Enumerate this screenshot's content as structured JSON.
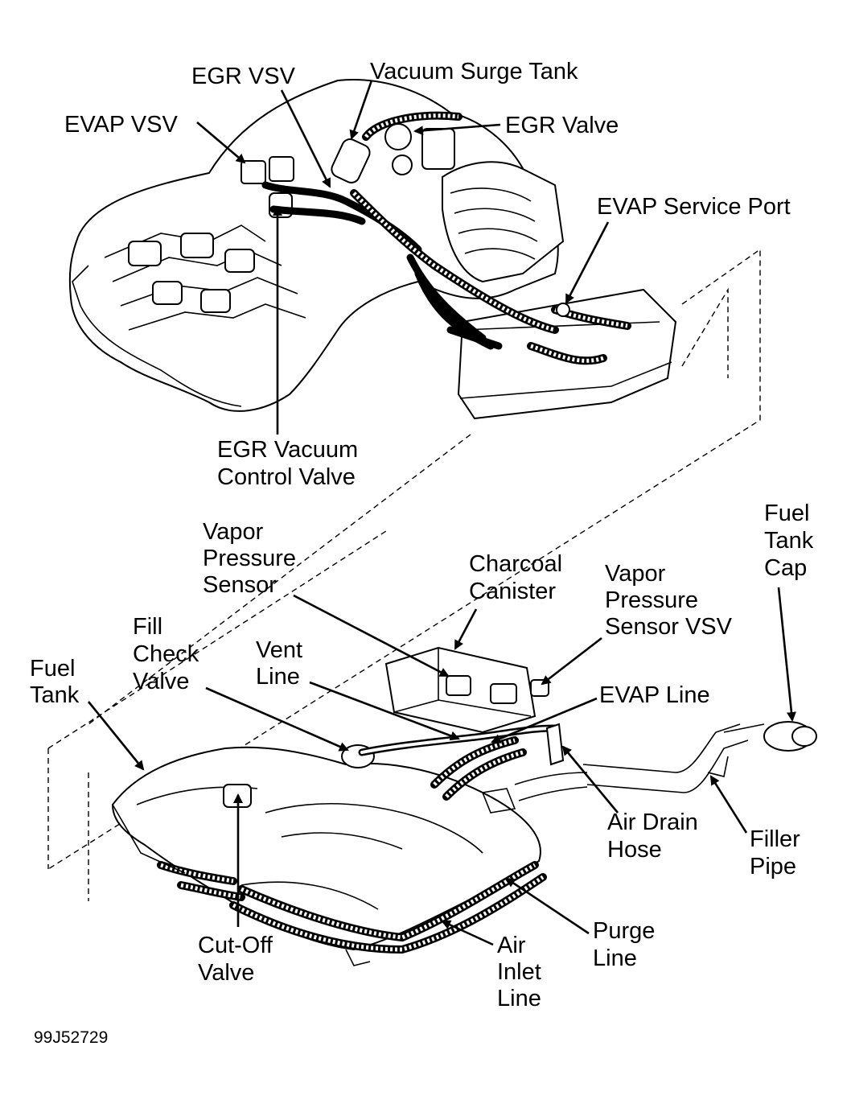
{
  "figure_code": "99J52729",
  "labels": {
    "egr_vsv": "EGR VSV",
    "vacuum_surge_tank": "Vacuum Surge Tank",
    "evap_vsv": "EVAP VSV",
    "egr_valve": "EGR Valve",
    "evap_service_port": "EVAP Service Port",
    "egr_vacuum_control_valve": [
      "EGR Vacuum",
      "Control Valve"
    ],
    "vapor_pressure_sensor": [
      "Vapor",
      "Pressure",
      "Sensor"
    ],
    "charcoal_canister": [
      "Charcoal",
      "Canister"
    ],
    "vapor_pressure_sensor_vsv": [
      "Vapor",
      "Pressure",
      "Sensor VSV"
    ],
    "fuel_tank_cap": [
      "Fuel",
      "Tank",
      "Cap"
    ],
    "fill_check_valve": [
      "Fill",
      "Check",
      "Valve"
    ],
    "vent_line": [
      "Vent",
      "Line"
    ],
    "evap_line": "EVAP Line",
    "fuel_tank": [
      "Fuel",
      "Tank"
    ],
    "air_drain_hose": [
      "Air Drain",
      "Hose"
    ],
    "filler_pipe": [
      "Filler",
      "Pipe"
    ],
    "cut_off_valve": [
      "Cut-Off",
      "Valve"
    ],
    "purge_line": [
      "Purge",
      "Line"
    ],
    "air_inlet_line": [
      "Air",
      "Inlet",
      "Line"
    ]
  }
}
